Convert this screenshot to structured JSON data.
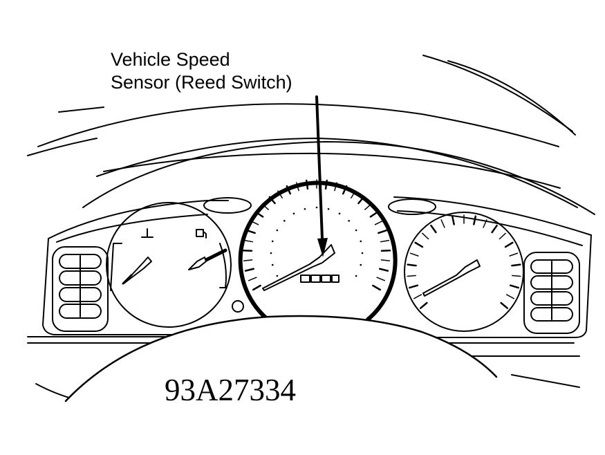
{
  "callout": {
    "line1": "Vehicle Speed",
    "line2": "Sensor (Reed Switch)"
  },
  "figure_id": "93A27334",
  "colors": {
    "ink": "#000000",
    "paper": "#ffffff"
  }
}
